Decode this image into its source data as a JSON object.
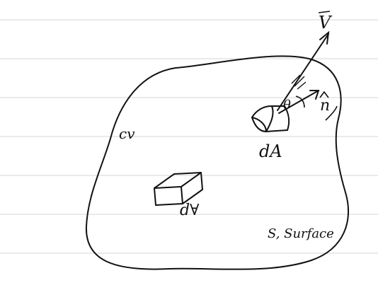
{
  "labels": {
    "control_volume": "cv",
    "area_element": "dA",
    "volume_element": "d∀",
    "velocity": "V",
    "normal": "n",
    "angle": "θ",
    "surface": "S, Surface"
  },
  "colors": {
    "ink": "#111111",
    "ruled_line": "#d6d6d6",
    "paper": "#ffffff"
  }
}
